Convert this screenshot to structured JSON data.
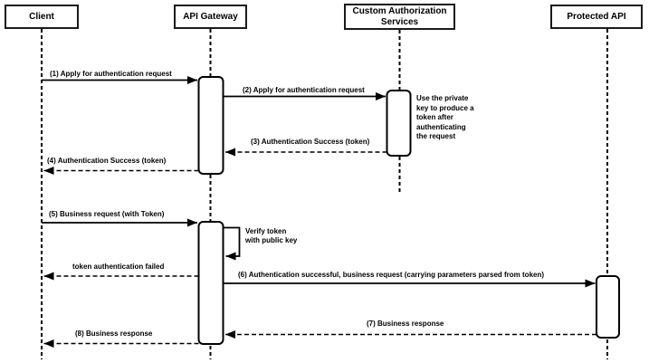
{
  "participants": [
    {
      "name": "Client"
    },
    {
      "name": "API Gateway"
    },
    {
      "name": "Custom Authorization Services"
    },
    {
      "name": "Protected API"
    }
  ],
  "messages": [
    {
      "seq": "1",
      "label": "(1) Apply for authentication request",
      "from": "Client",
      "to": "API Gateway",
      "line": "solid"
    },
    {
      "seq": "2",
      "label": "(2) Apply for authentication request",
      "from": "API Gateway",
      "to": "Custom Authorization Services",
      "line": "solid"
    },
    {
      "seq": "3",
      "label": "(3) Authentication Success (token)",
      "from": "Custom Authorization Services",
      "to": "API Gateway",
      "line": "dashed"
    },
    {
      "seq": "4",
      "label": "(4) Authentication Success (token)",
      "from": "API Gateway",
      "to": "Client",
      "line": "dashed"
    },
    {
      "seq": "5",
      "label": "(5) Business request (with Token)",
      "from": "Client",
      "to": "API Gateway",
      "line": "solid"
    },
    {
      "seq": "self",
      "label": "Verify token\nwith public key",
      "from": "API Gateway",
      "to": "API Gateway",
      "line": "solid"
    },
    {
      "seq": "",
      "label": "token authentication failed",
      "from": "API Gateway",
      "to": "Client",
      "line": "dashed"
    },
    {
      "seq": "6",
      "label": "(6) Authentication successful, business request (carrying parameters parsed from token)",
      "from": "API Gateway",
      "to": "Protected API",
      "line": "solid"
    },
    {
      "seq": "7",
      "label": "(7) Business response",
      "from": "Protected API",
      "to": "API Gateway",
      "line": "dashed"
    },
    {
      "seq": "8",
      "label": "(8) Business response",
      "from": "API Gateway",
      "to": "Client",
      "line": "dashed"
    }
  ],
  "notes": [
    {
      "text": "Use the private\nkey to produce a\ntoken after\nauthenticating\nthe request",
      "attached_to": "Custom Authorization Services"
    }
  ],
  "colors": {
    "stroke": "#000000",
    "fill": "#ffffff",
    "background": "#ffffff"
  }
}
